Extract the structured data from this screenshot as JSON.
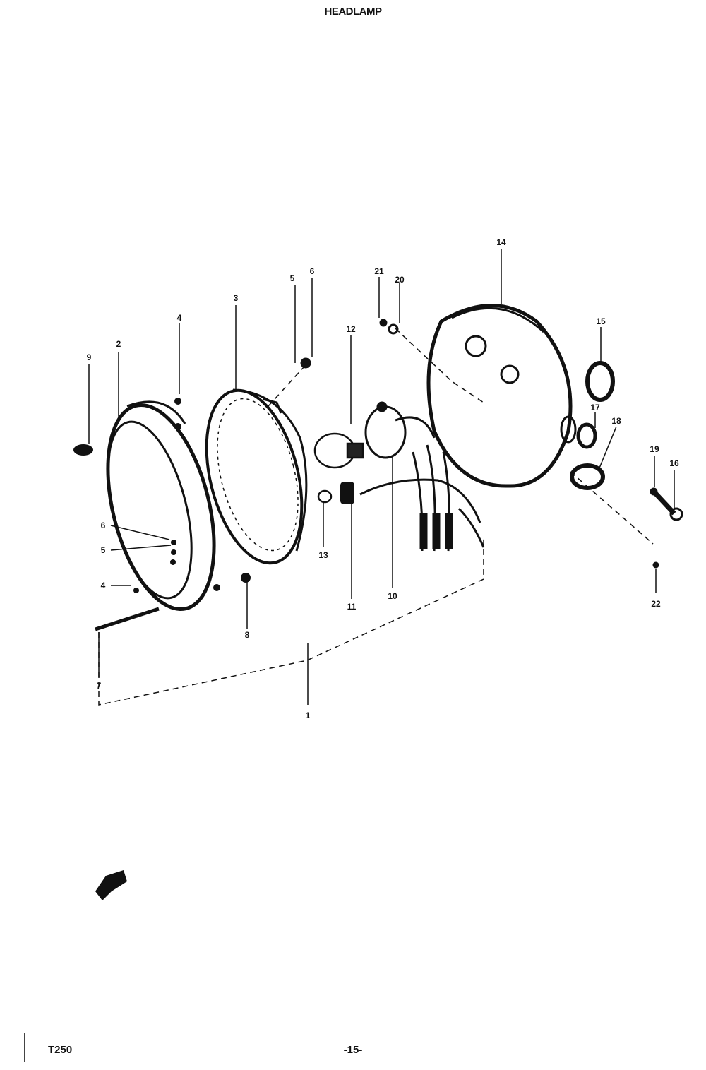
{
  "page": {
    "title": "HEADLAMP",
    "model": "T250",
    "page_number": "-15-"
  },
  "diagram": {
    "parts": [
      {
        "key": "rim",
        "icon": "headlamp-rim-icon"
      },
      {
        "key": "lens",
        "icon": "lens-unit-icon"
      },
      {
        "key": "bulb",
        "icon": "bulb-icon"
      },
      {
        "key": "socket",
        "icon": "bulb-socket-icon"
      },
      {
        "key": "housing",
        "icon": "headlamp-housing-icon"
      }
    ],
    "callouts": [
      {
        "id": "c1",
        "label": "1"
      },
      {
        "id": "c2",
        "label": "2"
      },
      {
        "id": "c3",
        "label": "3"
      },
      {
        "id": "c4a",
        "label": "4"
      },
      {
        "id": "c4b",
        "label": "4"
      },
      {
        "id": "c5a",
        "label": "5"
      },
      {
        "id": "c5b",
        "label": "5"
      },
      {
        "id": "c6a",
        "label": "6"
      },
      {
        "id": "c6b",
        "label": "6"
      },
      {
        "id": "c7",
        "label": "7"
      },
      {
        "id": "c8",
        "label": "8"
      },
      {
        "id": "c9",
        "label": "9"
      },
      {
        "id": "c10",
        "label": "10"
      },
      {
        "id": "c11",
        "label": "11"
      },
      {
        "id": "c12",
        "label": "12"
      },
      {
        "id": "c13",
        "label": "13"
      },
      {
        "id": "c14",
        "label": "14"
      },
      {
        "id": "c15",
        "label": "15"
      },
      {
        "id": "c16",
        "label": "16"
      },
      {
        "id": "c17",
        "label": "17"
      },
      {
        "id": "c18",
        "label": "18"
      },
      {
        "id": "c19",
        "label": "19"
      },
      {
        "id": "c20",
        "label": "20"
      },
      {
        "id": "c21",
        "label": "21"
      },
      {
        "id": "c22",
        "label": "22"
      }
    ]
  }
}
